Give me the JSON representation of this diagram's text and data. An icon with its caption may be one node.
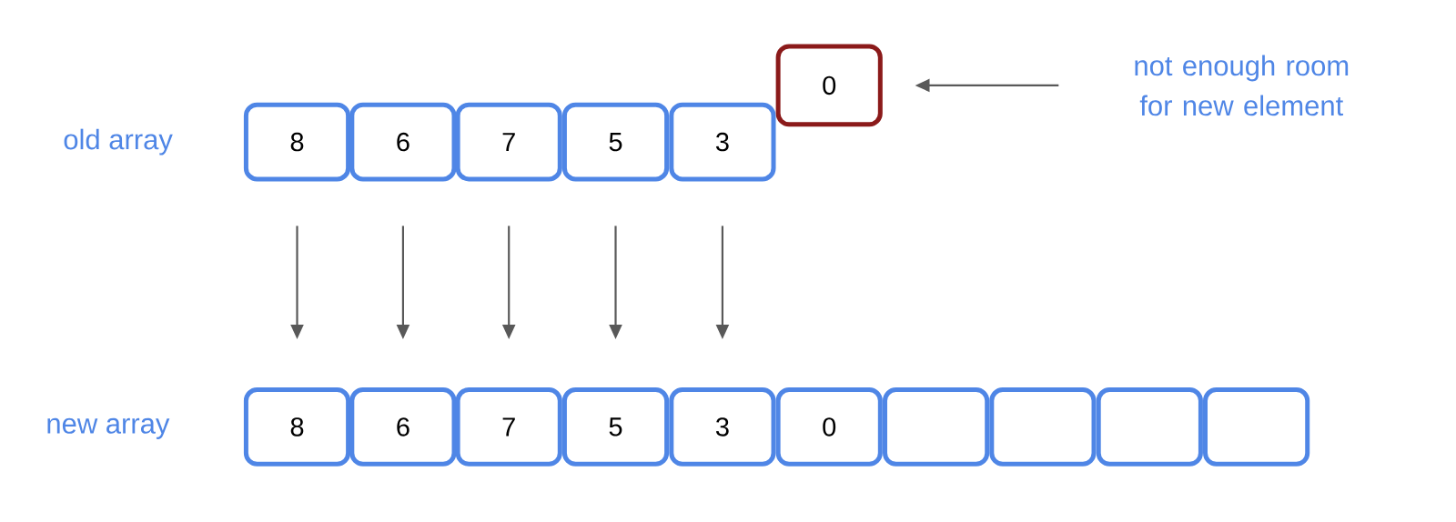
{
  "diagram": {
    "nodes": [
      {
        "text": [
          "8"
        ]
      },
      {
        "text": [
          "6"
        ]
      },
      {
        "text": [
          "7"
        ]
      },
      {
        "text": [
          "5"
        ]
      },
      {
        "text": [
          "3"
        ]
      },
      {
        "text": [
          "0"
        ]
      },
      {
        "text": [
          "not enough room for new element"
        ]
      },
      {
        "text": [
          "8"
        ]
      },
      {
        "text": [
          "6"
        ]
      },
      {
        "text": [
          "7"
        ]
      },
      {
        "text": [
          "5"
        ]
      },
      {
        "text": [
          "3"
        ]
      },
      {
        "text": [
          "0"
        ]
      },
      {
        "text": [],
        "shape": "box"
      },
      {
        "text": [],
        "shape": "box"
      },
      {
        "text": [],
        "shape": "box"
      },
      {
        "text": [],
        "shape": "box"
      }
    ],
    "edges": [
      {
        "from": 0,
        "to": 7,
        "arrow": "to"
      },
      {
        "from": 1,
        "to": 8,
        "arrow": "to"
      },
      {
        "from": 2,
        "to": 9,
        "arrow": "to"
      },
      {
        "from": 3,
        "to": 10,
        "arrow": "to"
      },
      {
        "from": 4,
        "to": 11,
        "arrow": "to"
      },
      {
        "from": 6,
        "to": 5,
        "arrow": "to"
      }
    ],
    "labels": [
      "old array",
      "new array"
    ]
  }
}
